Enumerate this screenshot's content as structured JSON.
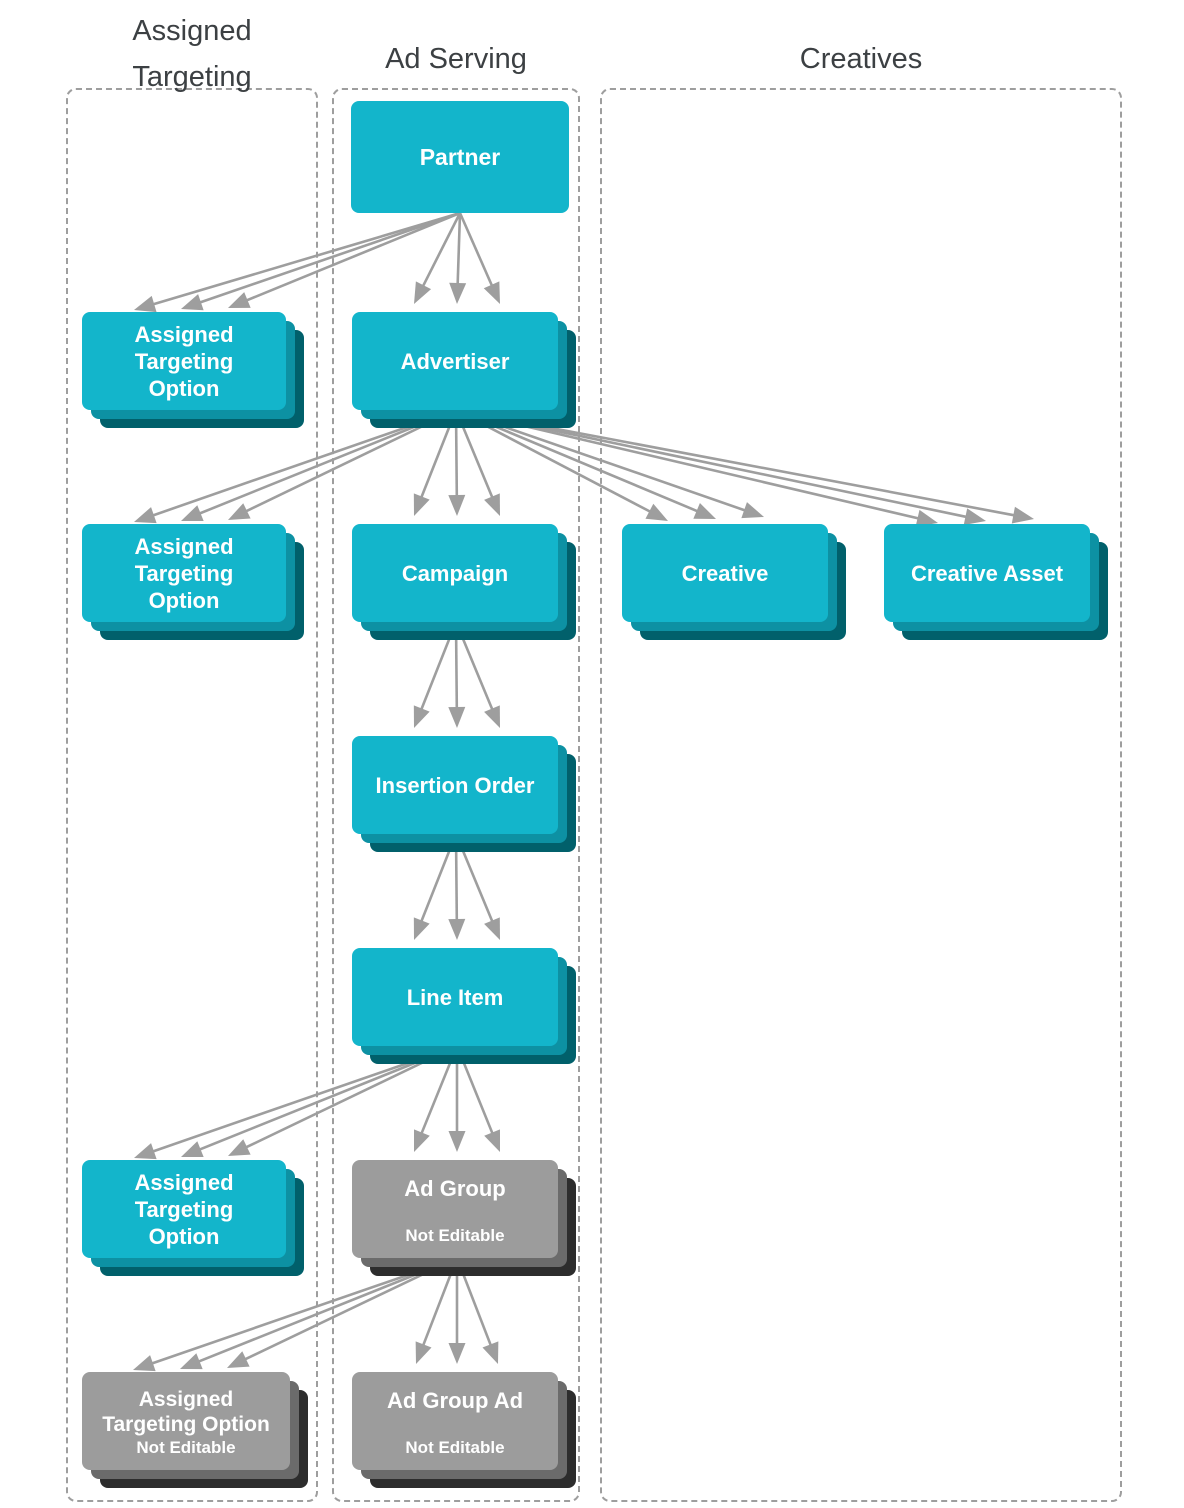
{
  "headers": {
    "assigned_targeting": "Assigned\nTargeting",
    "ad_serving": "Ad Serving",
    "creatives": "Creatives"
  },
  "nodes": [
    {
      "id": "partner",
      "label": "Partner",
      "column": "ad-serving",
      "style": "cyan",
      "stacked": false
    },
    {
      "id": "assigned-targeting-option-1",
      "label": "Assigned\nTargeting\nOption",
      "column": "assigned-targeting",
      "style": "cyan",
      "stacked": true
    },
    {
      "id": "advertiser",
      "label": "Advertiser",
      "column": "ad-serving",
      "style": "cyan",
      "stacked": true
    },
    {
      "id": "assigned-targeting-option-2",
      "label": "Assigned\nTargeting\nOption",
      "column": "assigned-targeting",
      "style": "cyan",
      "stacked": true
    },
    {
      "id": "campaign",
      "label": "Campaign",
      "column": "ad-serving",
      "style": "cyan",
      "stacked": true
    },
    {
      "id": "creative",
      "label": "Creative",
      "column": "creatives",
      "style": "cyan",
      "stacked": true
    },
    {
      "id": "creative-asset",
      "label": "Creative Asset",
      "column": "creatives",
      "style": "cyan",
      "stacked": true
    },
    {
      "id": "insertion-order",
      "label": "Insertion Order",
      "column": "ad-serving",
      "style": "cyan",
      "stacked": true
    },
    {
      "id": "line-item",
      "label": "Line Item",
      "column": "ad-serving",
      "style": "cyan",
      "stacked": true
    },
    {
      "id": "assigned-targeting-option-3",
      "label": "Assigned\nTargeting\nOption",
      "column": "assigned-targeting",
      "style": "cyan",
      "stacked": true
    },
    {
      "id": "ad-group",
      "label": "Ad Group",
      "sublabel": "Not Editable",
      "column": "ad-serving",
      "style": "gray",
      "stacked": true
    },
    {
      "id": "assigned-targeting-option-4",
      "label": "Assigned\nTargeting Option",
      "sublabel": "Not Editable",
      "column": "assigned-targeting",
      "style": "gray",
      "stacked": true
    },
    {
      "id": "ad-group-ad",
      "label": "Ad Group Ad",
      "sublabel": "Not Editable",
      "column": "ad-serving",
      "style": "gray",
      "stacked": true
    }
  ],
  "edges": [
    {
      "from": "partner",
      "to": "assigned-targeting-option-1"
    },
    {
      "from": "partner",
      "to": "advertiser"
    },
    {
      "from": "advertiser",
      "to": "assigned-targeting-option-2"
    },
    {
      "from": "advertiser",
      "to": "campaign"
    },
    {
      "from": "advertiser",
      "to": "creative"
    },
    {
      "from": "advertiser",
      "to": "creative-asset"
    },
    {
      "from": "campaign",
      "to": "insertion-order"
    },
    {
      "from": "insertion-order",
      "to": "line-item"
    },
    {
      "from": "line-item",
      "to": "assigned-targeting-option-3"
    },
    {
      "from": "line-item",
      "to": "ad-group"
    },
    {
      "from": "ad-group",
      "to": "assigned-targeting-option-4"
    },
    {
      "from": "ad-group",
      "to": "ad-group-ad"
    }
  ],
  "colors": {
    "cyan": "#13b5cb",
    "cyan_shadow1": "#0d91a3",
    "cyan_shadow2": "#01606b",
    "gray": "#9c9c9c",
    "gray_shadow1": "#6b6b6b",
    "gray_shadow2": "#2d2d2d",
    "arrow": "#9e9e9e",
    "column_border": "#9e9e9e",
    "header_text": "#3c4043",
    "node_text": "#ffffff"
  }
}
